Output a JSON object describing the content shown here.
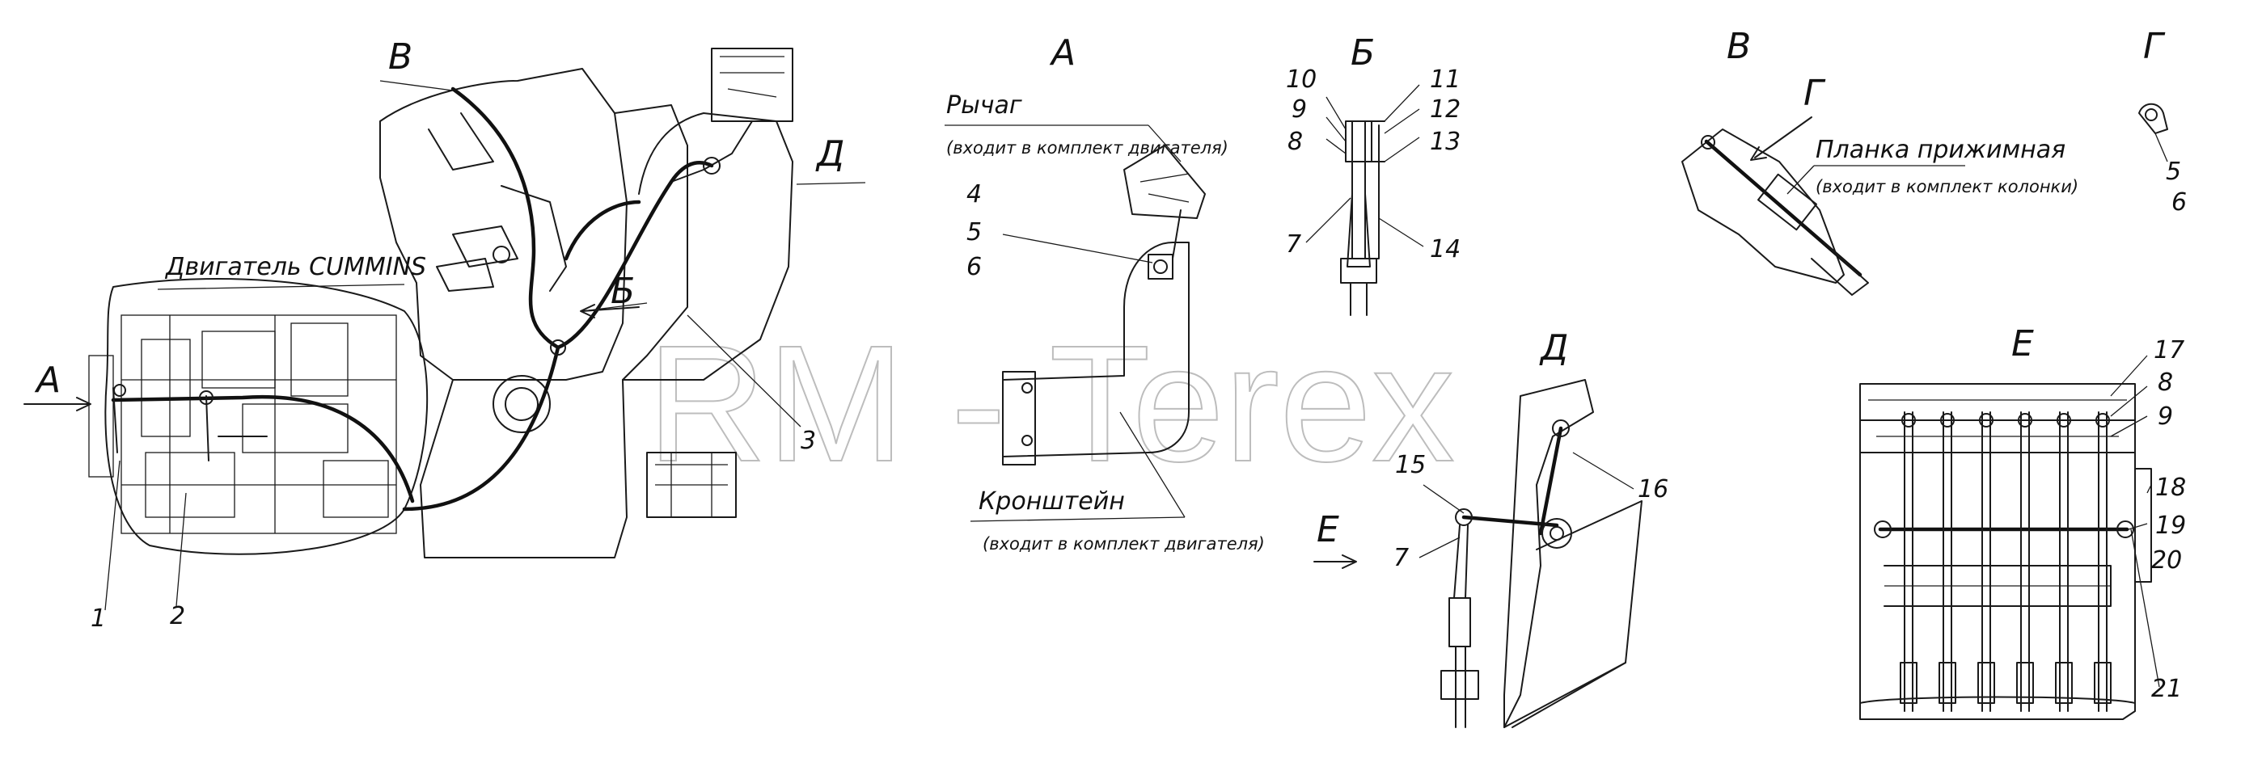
{
  "views": {
    "A": "А",
    "B": "Б",
    "V": "В",
    "G": "Г",
    "D": "Д",
    "E": "Е"
  },
  "labels": {
    "engine": "Двигатель CUMMINS",
    "lever": "Рычаг",
    "lever_note": "(входит в комплект двигателя)",
    "bracket": "Кронштейн",
    "bracket_note": "(входит в комплект двигателя)",
    "plate": "Планка прижимная",
    "plate_note": "(входит в комплект колонки)"
  },
  "callouts": {
    "main": [
      "1",
      "2",
      "3"
    ],
    "viewA": [
      "4",
      "5",
      "6"
    ],
    "viewB": [
      "10",
      "9",
      "8",
      "7",
      "11",
      "12",
      "13",
      "14"
    ],
    "viewG": [
      "5",
      "6"
    ],
    "viewD": [
      "15",
      "16",
      "7"
    ],
    "viewE": [
      "17",
      "8",
      "9",
      "18",
      "19",
      "20",
      "21"
    ]
  },
  "watermark": "RM - Terex"
}
